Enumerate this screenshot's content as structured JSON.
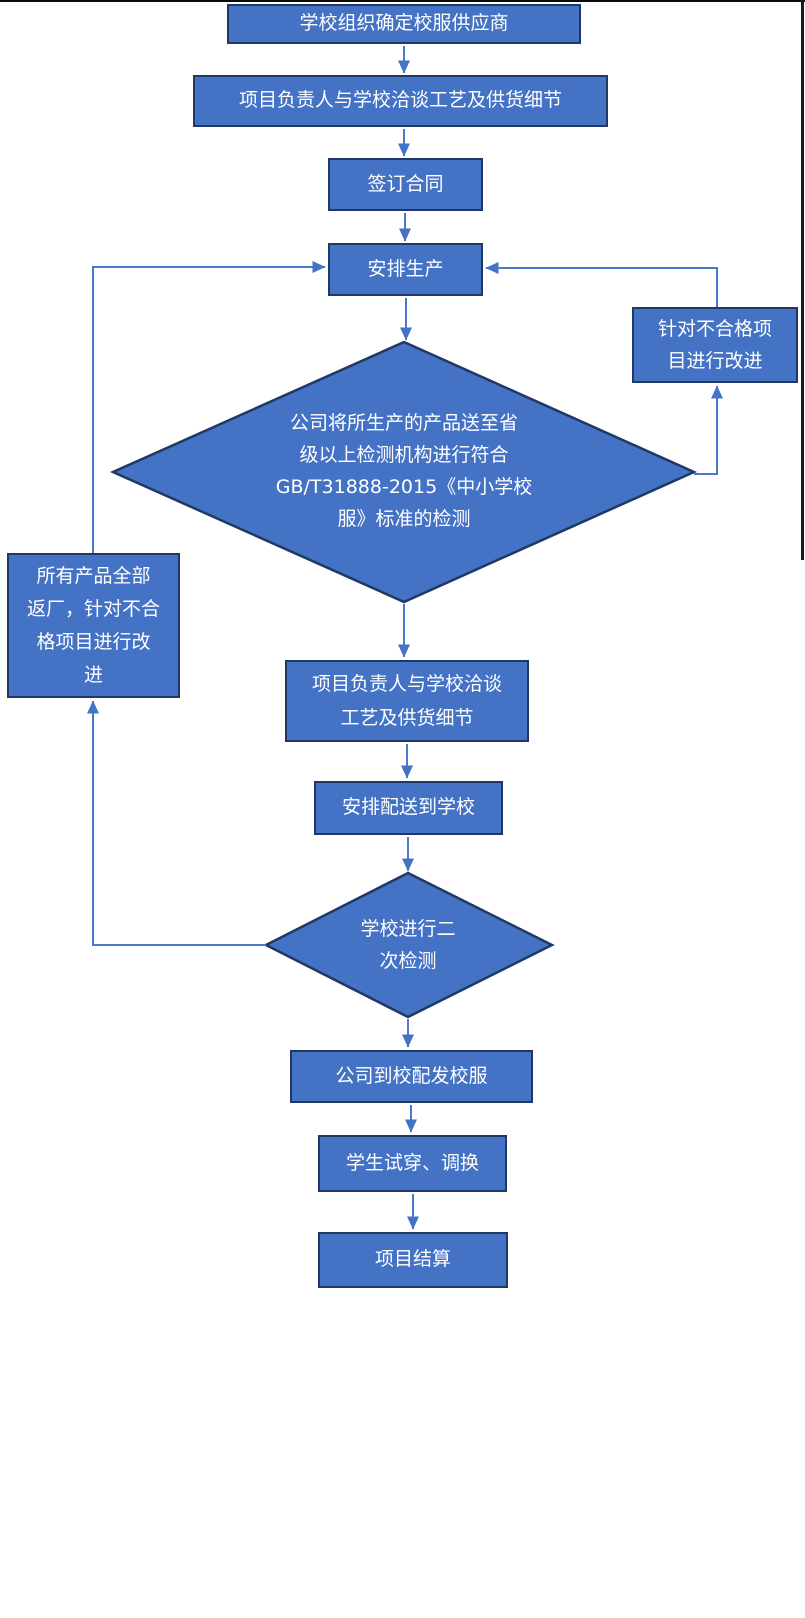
{
  "colors": {
    "node_fill": "#4472C4",
    "node_border": "#1F3864",
    "connector": "#4B79CB",
    "text": "#FFFFFF",
    "frame": "#0a0a0a"
  },
  "flowchart": {
    "nodes": {
      "supplier": {
        "type": "process",
        "label": "学校组织确定校服供应商"
      },
      "negotiate1": {
        "type": "process",
        "label": "项目负责人与学校洽谈工艺及供货细节"
      },
      "sign": {
        "type": "process",
        "label": "签订合同"
      },
      "production": {
        "type": "process",
        "label": "安排生产"
      },
      "inspection": {
        "type": "decision",
        "label": [
          "公司将所生产的产品送至省",
          "级以上检测机构进行符合",
          "GB/T31888-2015《中小学校",
          "服》标准的检测"
        ]
      },
      "improve": {
        "type": "process",
        "label": [
          "针对不合格项",
          "目进行改进"
        ]
      },
      "return": {
        "type": "process",
        "label": [
          "所有产品全部",
          "返厂，针对不合",
          "格项目进行改",
          "进"
        ]
      },
      "negotiate2": {
        "type": "process",
        "label": [
          "项目负责人与学校洽谈",
          "工艺及供货细节"
        ]
      },
      "delivery": {
        "type": "process",
        "label": "安排配送到学校"
      },
      "secondCheck": {
        "type": "decision",
        "label": [
          "学校进行二",
          "次检测"
        ]
      },
      "distribute": {
        "type": "process",
        "label": "公司到校配发校服"
      },
      "tryon": {
        "type": "process",
        "label": "学生试穿、调换"
      },
      "settlement": {
        "type": "process",
        "label": "项目结算"
      }
    },
    "edges": [
      {
        "from": "supplier",
        "to": "negotiate1"
      },
      {
        "from": "negotiate1",
        "to": "sign"
      },
      {
        "from": "sign",
        "to": "production"
      },
      {
        "from": "production",
        "to": "inspection"
      },
      {
        "from": "inspection",
        "to": "improve"
      },
      {
        "from": "improve",
        "to": "production"
      },
      {
        "from": "inspection",
        "to": "negotiate2"
      },
      {
        "from": "negotiate2",
        "to": "delivery"
      },
      {
        "from": "delivery",
        "to": "secondCheck"
      },
      {
        "from": "secondCheck",
        "to": "return"
      },
      {
        "from": "return",
        "to": "production"
      },
      {
        "from": "secondCheck",
        "to": "distribute"
      },
      {
        "from": "distribute",
        "to": "tryon"
      },
      {
        "from": "tryon",
        "to": "settlement"
      }
    ]
  }
}
